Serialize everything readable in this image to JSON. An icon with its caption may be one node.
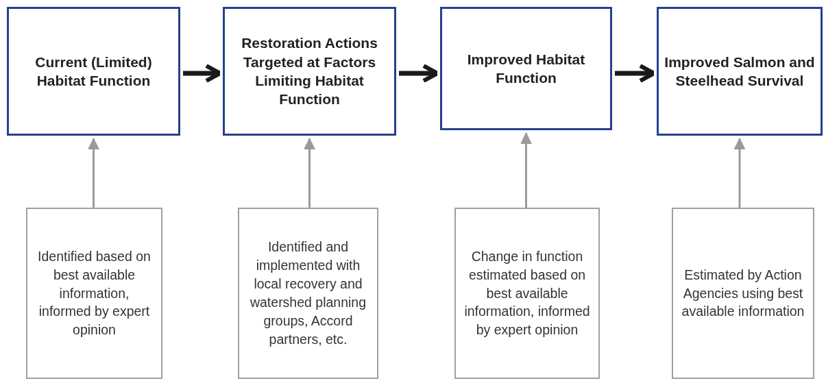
{
  "diagram": {
    "nodes": [
      {
        "text": [
          "Current (Limited) Habitat Function"
        ]
      },
      {
        "text": [
          "Restoration Actions Targeted at Factors Limiting Habitat Function"
        ]
      },
      {
        "text": [
          "Improved Habitat Function"
        ]
      },
      {
        "text": [
          "Improved Salmon and Steelhead Survival"
        ]
      },
      {
        "text": [
          "Identified based on best available information, informed by expert opinion"
        ]
      },
      {
        "text": [
          "Identified and implemented with local recovery and watershed planning groups, Accord partners, etc."
        ]
      },
      {
        "text": [
          "Change in function estimated based on best available information, informed by expert opinion"
        ]
      },
      {
        "text": [
          "Estimated by Action Agencies using best available information"
        ]
      }
    ],
    "edges": [
      {
        "from": 0,
        "to": 1,
        "arrow": "to",
        "style": "thick",
        "color": "#1a1a1a"
      },
      {
        "from": 1,
        "to": 2,
        "arrow": "to",
        "style": "thick",
        "color": "#1a1a1a"
      },
      {
        "from": 2,
        "to": 3,
        "arrow": "to",
        "style": "thick",
        "color": "#1a1a1a"
      },
      {
        "from": 4,
        "to": 0,
        "arrow": "to",
        "color": "#9a9a9a"
      },
      {
        "from": 5,
        "to": 1,
        "arrow": "to",
        "color": "#9a9a9a"
      },
      {
        "from": 6,
        "to": 2,
        "arrow": "to",
        "color": "#9a9a9a"
      },
      {
        "from": 7,
        "to": 3,
        "arrow": "to",
        "color": "#9a9a9a"
      }
    ]
  }
}
